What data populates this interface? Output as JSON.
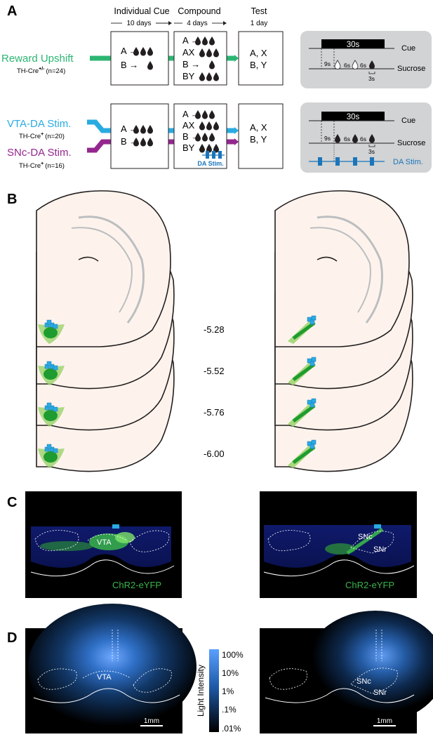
{
  "panels": {
    "A": {
      "letter": "A",
      "headers": {
        "individual": {
          "title": "Individual Cue",
          "duration": "10 days"
        },
        "compound": {
          "title": "Compound",
          "duration": "4 days"
        },
        "test": {
          "title": "Test",
          "duration": "1 day"
        }
      },
      "groups": {
        "upshift": {
          "name": "Reward Upshift",
          "genotype_base": "TH-Cre",
          "genotype_sup": "+/-",
          "n": "(n=24)",
          "color": "#2bb673"
        },
        "vta": {
          "name": "VTA-DA Stim.",
          "genotype_base": "TH-Cre",
          "genotype_sup": "+",
          "n": "(n=20)",
          "color": "#29abe2"
        },
        "snc": {
          "name": "SNc-DA Stim.",
          "genotype_base": "TH-Cre",
          "genotype_sup": "+",
          "n": "(n=16)",
          "color": "#93278f"
        }
      },
      "row1": {
        "individual": [
          {
            "cue": "A →",
            "drops": 3
          },
          {
            "cue": "B →",
            "drops": 1
          }
        ],
        "compound": [
          {
            "cue": "A →",
            "drops": 3
          },
          {
            "cue": "AX →",
            "drops": 3
          },
          {
            "cue": "B →",
            "drops": 1
          },
          {
            "cue": "BY →",
            "drops": 3
          }
        ],
        "test": [
          "A, X",
          "B, Y"
        ]
      },
      "row2": {
        "individual": [
          {
            "cue": "A →",
            "drops": 3
          },
          {
            "cue": "B →",
            "drops": 3
          }
        ],
        "compound": [
          {
            "cue": "A →",
            "drops": 3
          },
          {
            "cue": "AX →",
            "drops": 3
          },
          {
            "cue": "B →",
            "drops": 3
          },
          {
            "cue": "BY →",
            "drops": 3
          }
        ],
        "test": [
          "A, X",
          "B, Y"
        ],
        "da_stim_label": "DA Stim."
      },
      "timing1": {
        "duration": "30s",
        "cue": "Cue",
        "sucrose": "Sucrose",
        "t1": "9s",
        "t2": "6s",
        "t3": "6s",
        "t4": "3s"
      },
      "timing2": {
        "duration": "30s",
        "cue": "Cue",
        "sucrose": "Sucrose",
        "stim": "DA Stim.",
        "t1": "9s",
        "t2": "6s",
        "t3": "6s",
        "t4": "3s"
      }
    },
    "B": {
      "letter": "B",
      "levels": [
        "-5.28",
        "-5.52",
        "-5.76",
        "-6.00"
      ]
    },
    "C": {
      "letter": "C",
      "left": {
        "region": "VTA",
        "label": "ChR2-eYFP"
      },
      "right": {
        "region1": "SNc",
        "region2": "SNr",
        "label": "ChR2-eYFP"
      }
    },
    "D": {
      "letter": "D",
      "left": {
        "region": "VTA",
        "scale": "1mm"
      },
      "right": {
        "region1": "SNc",
        "region2": "SNr",
        "scale": "1mm"
      },
      "colorbar": {
        "title": "Light Intensity",
        "ticks": [
          "100%",
          "10%",
          "1%",
          ".1%",
          ".01%"
        ]
      }
    }
  },
  "colors": {
    "green": "#2bb673",
    "cyan": "#29abe2",
    "purple": "#93278f",
    "stim_blue": "#1b75bb",
    "panel_gray": "#d1d3d4",
    "yfp": "#39b54a"
  }
}
